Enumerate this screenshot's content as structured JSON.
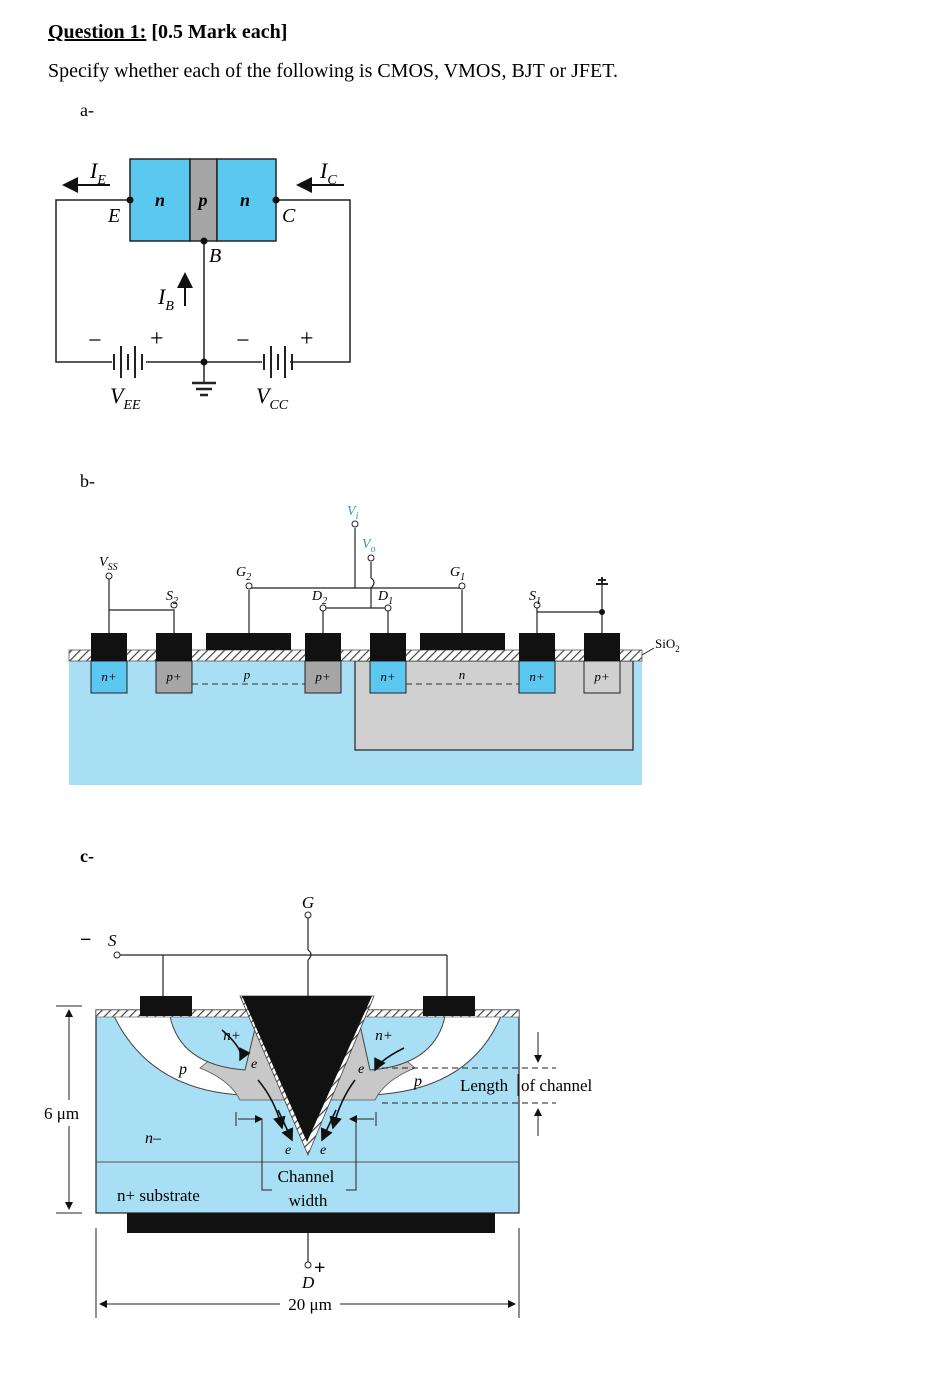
{
  "question": {
    "title": "Question 1:",
    "marks": "[0.5 Mark each]",
    "instruction": "Specify whether each of the following is CMOS, VMOS, BJT or JFET."
  },
  "parts": [
    {
      "label": "a-",
      "labels": {
        "ie": "I",
        "ie_sub": "E",
        "ic": "I",
        "ic_sub": "C",
        "e": "E",
        "c": "C",
        "b": "B",
        "n1": "n",
        "p": "p",
        "n2": "n",
        "ib": "I",
        "ib_sub": "B",
        "plus_left": "+",
        "minus_left": "−",
        "minus_right": "−",
        "plus_right": "+",
        "vee": "V",
        "vee_sub": "EE",
        "vcc": "V",
        "vcc_sub": "CC"
      }
    },
    {
      "label": "b-",
      "labels": {
        "vi": "V",
        "vi_sub": "i",
        "vo": "V",
        "vo_sub": "o",
        "vss": "V",
        "vss_sub": "SS",
        "g2": "G",
        "g2_sub": "2",
        "g1": "G",
        "g1_sub": "1",
        "s2": "S",
        "s2_sub": "2",
        "d2": "D",
        "d2_sub": "2",
        "d1": "D",
        "d1_sub": "1",
        "s1": "S",
        "s1_sub": "1",
        "sio2": "SiO",
        "sio2_sub": "2",
        "n_plus_1": "n+",
        "p_plus_1": "p+",
        "p_region": "p",
        "p_plus_2": "p+",
        "n_plus_2": "n+",
        "n_region": "n",
        "n_plus_3": "n+",
        "p_plus_3": "p+"
      }
    },
    {
      "label": "c-",
      "labels": {
        "g": "G",
        "s": "S",
        "minus": "−",
        "n_plus_left": "n+",
        "n_plus_right": "n+",
        "e1": "e",
        "e2": "e",
        "e3": "e",
        "e4": "e",
        "p_left": "p",
        "p_right": "p",
        "length_of": "Length",
        "of_channel": "of channel",
        "six_um": "6 μm",
        "n_minus": "n–",
        "channel": "Channel",
        "width": "width",
        "substrate": "n+ substrate",
        "d": "D",
        "plus": "+",
        "twenty_um": "20 μm"
      }
    }
  ],
  "colors": {
    "n_blue": "#5bc8f0",
    "gray": "#a6a6a6",
    "light_blue": "#a9dff5",
    "light_gray": "#d0d0d0",
    "black": "#111111"
  }
}
